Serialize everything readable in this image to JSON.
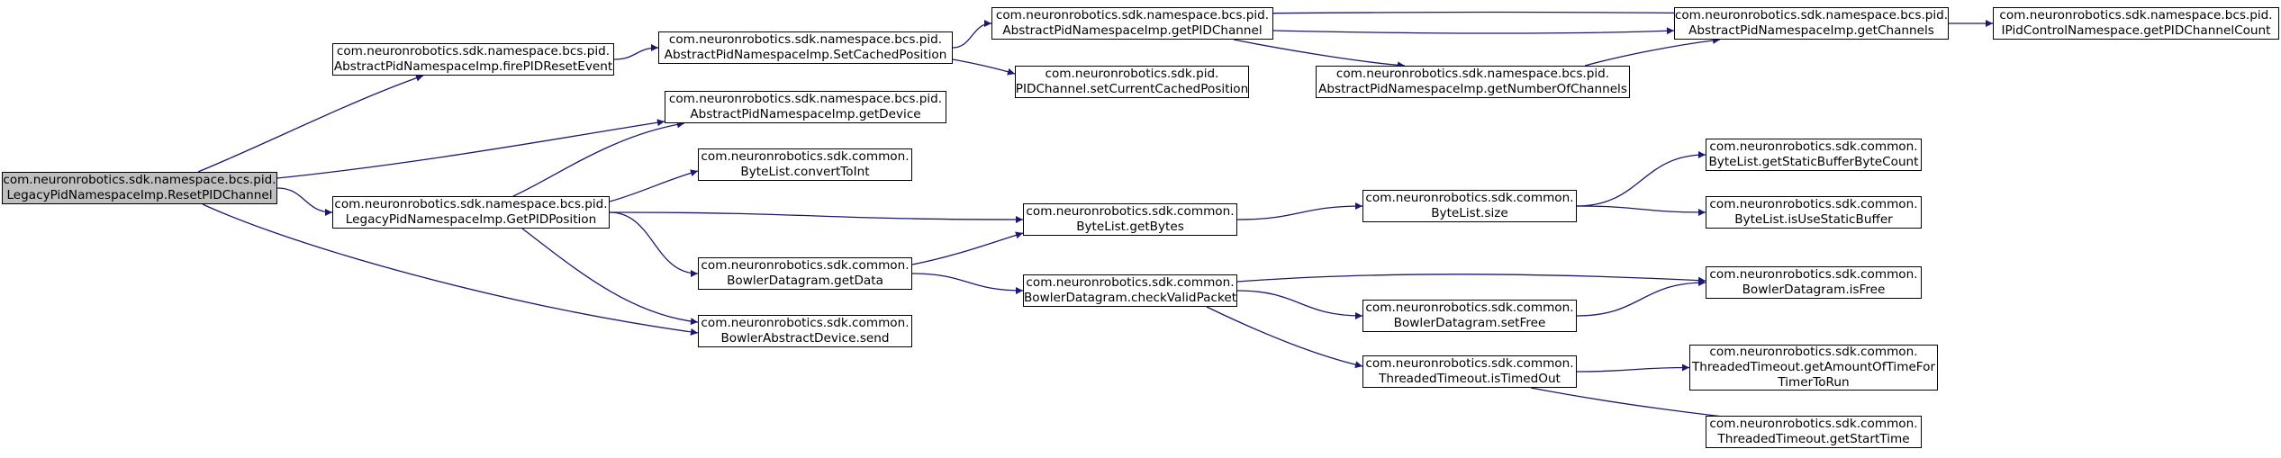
{
  "colors": {
    "edge": "#191970",
    "root_fill": "#bfbfbf",
    "node_fill": "#ffffff",
    "border": "#000000"
  },
  "nodes": [
    {
      "id": "n0",
      "lines": [
        "com.neuronrobotics.sdk.namespace.bcs.pid.",
        "LegacyPidNamespaceImp.ResetPIDChannel"
      ],
      "root": true
    },
    {
      "id": "n1",
      "lines": [
        "com.neuronrobotics.sdk.namespace.bcs.pid.",
        "AbstractPidNamespaceImp.firePIDResetEvent"
      ]
    },
    {
      "id": "n2",
      "lines": [
        "com.neuronrobotics.sdk.namespace.bcs.pid.",
        "AbstractPidNamespaceImp.SetCachedPosition"
      ]
    },
    {
      "id": "n3",
      "lines": [
        "com.neuronrobotics.sdk.namespace.bcs.pid.",
        "AbstractPidNamespaceImp.getPIDChannel"
      ]
    },
    {
      "id": "n4",
      "lines": [
        "com.neuronrobotics.sdk.namespace.bcs.pid.",
        "AbstractPidNamespaceImp.getChannels"
      ]
    },
    {
      "id": "n5",
      "lines": [
        "com.neuronrobotics.sdk.namespace.bcs.pid.",
        "IPidControlNamespace.getPIDChannelCount"
      ]
    },
    {
      "id": "n6",
      "lines": [
        "com.neuronrobotics.sdk.namespace.bcs.pid.",
        "AbstractPidNamespaceImp.getNumberOfChannels"
      ]
    },
    {
      "id": "n7",
      "lines": [
        "com.neuronrobotics.sdk.pid.",
        "PIDChannel.setCurrentCachedPosition"
      ]
    },
    {
      "id": "n8",
      "lines": [
        "com.neuronrobotics.sdk.namespace.bcs.pid.",
        "AbstractPidNamespaceImp.getDevice"
      ]
    },
    {
      "id": "n9",
      "lines": [
        "com.neuronrobotics.sdk.namespace.bcs.pid.",
        "LegacyPidNamespaceImp.GetPIDPosition"
      ]
    },
    {
      "id": "n10",
      "lines": [
        "com.neuronrobotics.sdk.common.",
        "ByteList.convertToInt"
      ]
    },
    {
      "id": "n11",
      "lines": [
        "com.neuronrobotics.sdk.common.",
        "BowlerDatagram.getData"
      ]
    },
    {
      "id": "n12",
      "lines": [
        "com.neuronrobotics.sdk.common.",
        "BowlerAbstractDevice.send"
      ]
    },
    {
      "id": "n13",
      "lines": [
        "com.neuronrobotics.sdk.common.",
        "ByteList.getBytes"
      ]
    },
    {
      "id": "n14",
      "lines": [
        "com.neuronrobotics.sdk.common.",
        "BowlerDatagram.checkValidPacket"
      ]
    },
    {
      "id": "n15",
      "lines": [
        "com.neuronrobotics.sdk.common.",
        "ByteList.size"
      ]
    },
    {
      "id": "n16",
      "lines": [
        "com.neuronrobotics.sdk.common.",
        "BowlerDatagram.setFree"
      ]
    },
    {
      "id": "n17",
      "lines": [
        "com.neuronrobotics.sdk.common.",
        "ThreadedTimeout.isTimedOut"
      ]
    },
    {
      "id": "n18",
      "lines": [
        "com.neuronrobotics.sdk.common.",
        "ByteList.getStaticBufferByteCount"
      ]
    },
    {
      "id": "n19",
      "lines": [
        "com.neuronrobotics.sdk.common.",
        "ByteList.isUseStaticBuffer"
      ]
    },
    {
      "id": "n20",
      "lines": [
        "com.neuronrobotics.sdk.common.",
        "BowlerDatagram.isFree"
      ]
    },
    {
      "id": "n21",
      "lines": [
        "com.neuronrobotics.sdk.common.",
        "ThreadedTimeout.getAmountOfTimeFor",
        "TimerToRun"
      ]
    },
    {
      "id": "n22",
      "lines": [
        "com.neuronrobotics.sdk.common.",
        "ThreadedTimeout.getStartTime"
      ]
    }
  ],
  "edges": [
    [
      "n0",
      "n1"
    ],
    [
      "n0",
      "n8"
    ],
    [
      "n0",
      "n9"
    ],
    [
      "n0",
      "n12"
    ],
    [
      "n1",
      "n2"
    ],
    [
      "n2",
      "n3"
    ],
    [
      "n2",
      "n7"
    ],
    [
      "n3",
      "n4"
    ],
    [
      "n4",
      "n3"
    ],
    [
      "n4",
      "n5"
    ],
    [
      "n6",
      "n4"
    ],
    [
      "n3",
      "n6"
    ],
    [
      "n9",
      "n8"
    ],
    [
      "n9",
      "n10"
    ],
    [
      "n9",
      "n13"
    ],
    [
      "n9",
      "n11"
    ],
    [
      "n9",
      "n12"
    ],
    [
      "n11",
      "n13"
    ],
    [
      "n11",
      "n14"
    ],
    [
      "n13",
      "n15"
    ],
    [
      "n15",
      "n18"
    ],
    [
      "n15",
      "n19"
    ],
    [
      "n14",
      "n20"
    ],
    [
      "n14",
      "n16"
    ],
    [
      "n14",
      "n17"
    ],
    [
      "n16",
      "n20"
    ],
    [
      "n17",
      "n21"
    ],
    [
      "n17",
      "n22"
    ]
  ]
}
